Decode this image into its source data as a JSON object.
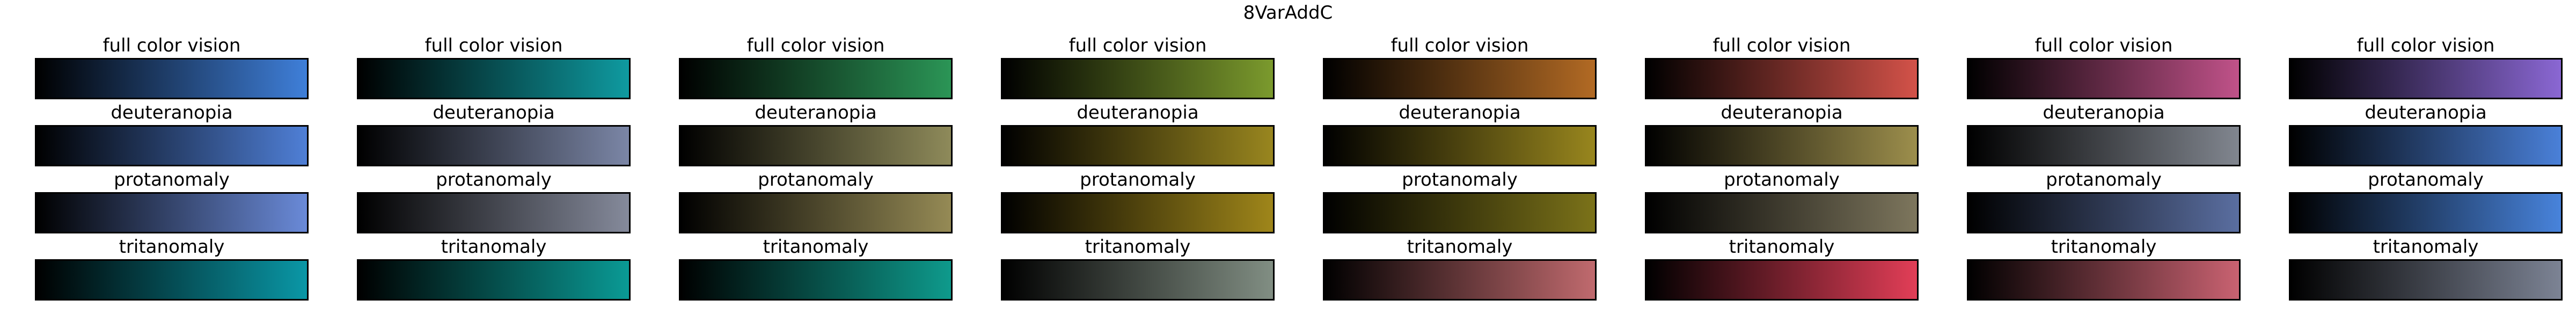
{
  "title": "8VarAddC",
  "rows": [
    {
      "label": "full color vision",
      "ends": [
        "#3f7fd9",
        "#0f9aa0",
        "#2b9556",
        "#7b9a2d",
        "#b26a24",
        "#d35249",
        "#c05289",
        "#8a67d3"
      ]
    },
    {
      "label": "deuteranopia",
      "ends": [
        "#4f7fd6",
        "#7b86a6",
        "#8e8a5a",
        "#99861f",
        "#98861e",
        "#9c8e4c",
        "#81868f",
        "#4a80d8"
      ]
    },
    {
      "label": "protanomaly",
      "ends": [
        "#6a8ad8",
        "#858a9b",
        "#958a55",
        "#9f861a",
        "#7b7219",
        "#7d765d",
        "#5a6ea0",
        "#4883db"
      ]
    },
    {
      "label": "tritanomaly",
      "ends": [
        "#0a97a6",
        "#0a9a95",
        "#0e9a8c",
        "#818e83",
        "#c06a6e",
        "#e23e57",
        "#c96271",
        "#7c8394"
      ]
    }
  ],
  "start_color": "#000000"
}
